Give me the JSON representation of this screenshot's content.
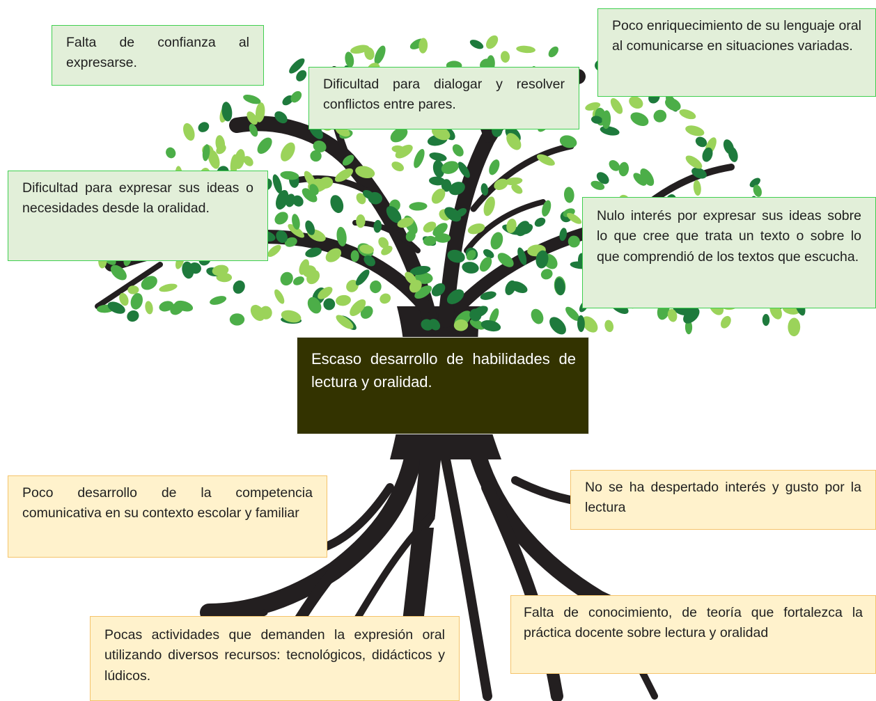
{
  "colors": {
    "effect_fill": "#e2efd9",
    "effect_border": "#3fcf4f",
    "cause_fill": "#fff2cc",
    "cause_border": "#f5c36a",
    "problem_fill": "#333300",
    "trunk": "#231f20",
    "leaf_dark": "#1e7a3c",
    "leaf_mid": "#4cae48",
    "leaf_light": "#9bd35a"
  },
  "problem": {
    "text": "Escaso desarrollo de habilidades de lectura y oralidad."
  },
  "effects": [
    {
      "id": "confianza",
      "text": "Falta de confianza al expresarse."
    },
    {
      "id": "dialogar",
      "text": "Dificultad para dialogar y resolver conflictos entre pares."
    },
    {
      "id": "enriquecimiento",
      "text": "Poco enriquecimiento de su lenguaje oral al comunicarse en situaciones variadas."
    },
    {
      "id": "expresar",
      "text": "Dificultad para expresar sus ideas o necesidades desde la oralidad."
    },
    {
      "id": "interes",
      "text": "Nulo interés por expresar sus ideas sobre lo que cree que trata un texto o sobre lo que comprendió de los textos que escucha."
    }
  ],
  "causes": [
    {
      "id": "competencia",
      "text": "Poco desarrollo de la competencia comunicativa en su contexto escolar y familiar"
    },
    {
      "id": "gusto",
      "text": "No se ha despertado interés y gusto por la lectura"
    },
    {
      "id": "actividades",
      "text": "Pocas actividades que demanden la expresión oral utilizando diversos recursos: tecnológicos, didácticos y lúdicos."
    },
    {
      "id": "teoria",
      "text": "Falta de conocimiento, de teoría que fortalezca la práctica docente sobre lectura y oralidad"
    }
  ]
}
